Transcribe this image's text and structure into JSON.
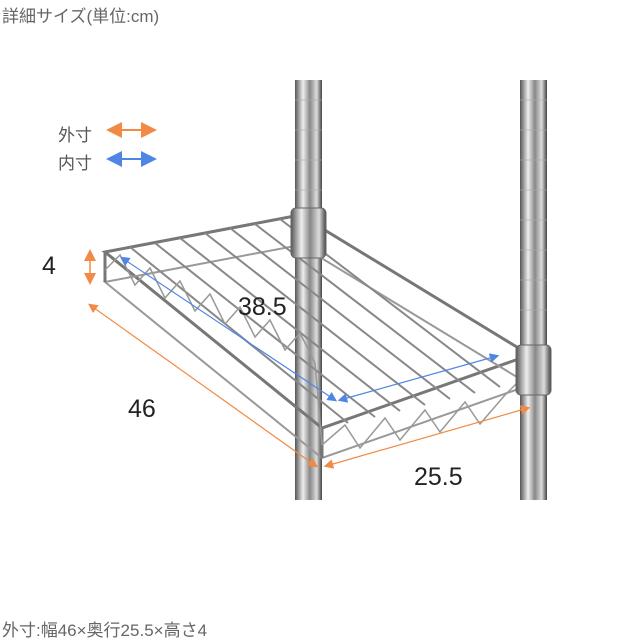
{
  "title": "詳細サイズ(単位:cm)",
  "legend": [
    {
      "label": "外寸",
      "color": "#f08a45"
    },
    {
      "label": "内寸",
      "color": "#4f86e6"
    }
  ],
  "dimensions": {
    "height": "4",
    "inner": "38.5",
    "width": "46",
    "depth": "25.5"
  },
  "footer": "外寸:幅46×奥行25.5×高さ4"
}
